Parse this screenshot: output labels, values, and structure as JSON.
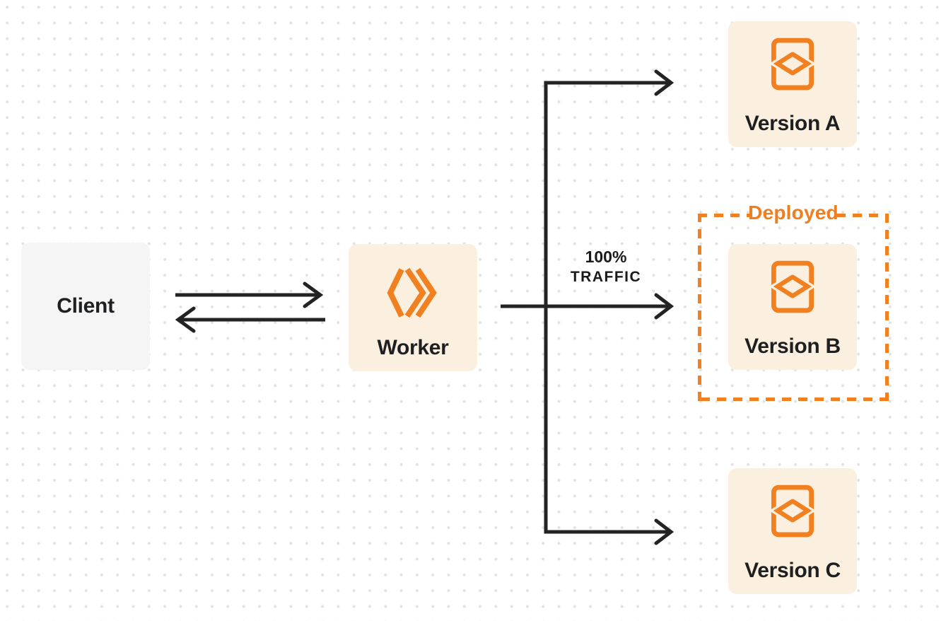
{
  "nodes": {
    "client": {
      "label": "Client"
    },
    "worker": {
      "label": "Worker"
    },
    "version_a": {
      "label": "Version A"
    },
    "version_b": {
      "label": "Version B"
    },
    "version_c": {
      "label": "Version C"
    }
  },
  "annotations": {
    "deployed_label": "Deployed",
    "traffic_line1": "100%",
    "traffic_line2": "TRAFFIC"
  },
  "edges": [
    {
      "from": "client",
      "to": "worker",
      "direction": "right"
    },
    {
      "from": "worker",
      "to": "client",
      "direction": "left"
    },
    {
      "from": "worker",
      "to": "version_a",
      "direction": "branch-up"
    },
    {
      "from": "worker",
      "to": "version_b",
      "direction": "straight",
      "label": "100% TRAFFIC"
    },
    {
      "from": "worker",
      "to": "version_c",
      "direction": "branch-down"
    }
  ],
  "icons": {
    "worker_icon": "cloudflare-workers-logo",
    "version_icon": "code-document-icon"
  },
  "colors": {
    "accent_orange": "#f08020",
    "node_cream": "#fbf0e0",
    "client_gray": "#f5f5f6",
    "arrow_ink": "#232323",
    "text_ink": "#1d1f21",
    "grid_dot": "#e2e2e2"
  }
}
